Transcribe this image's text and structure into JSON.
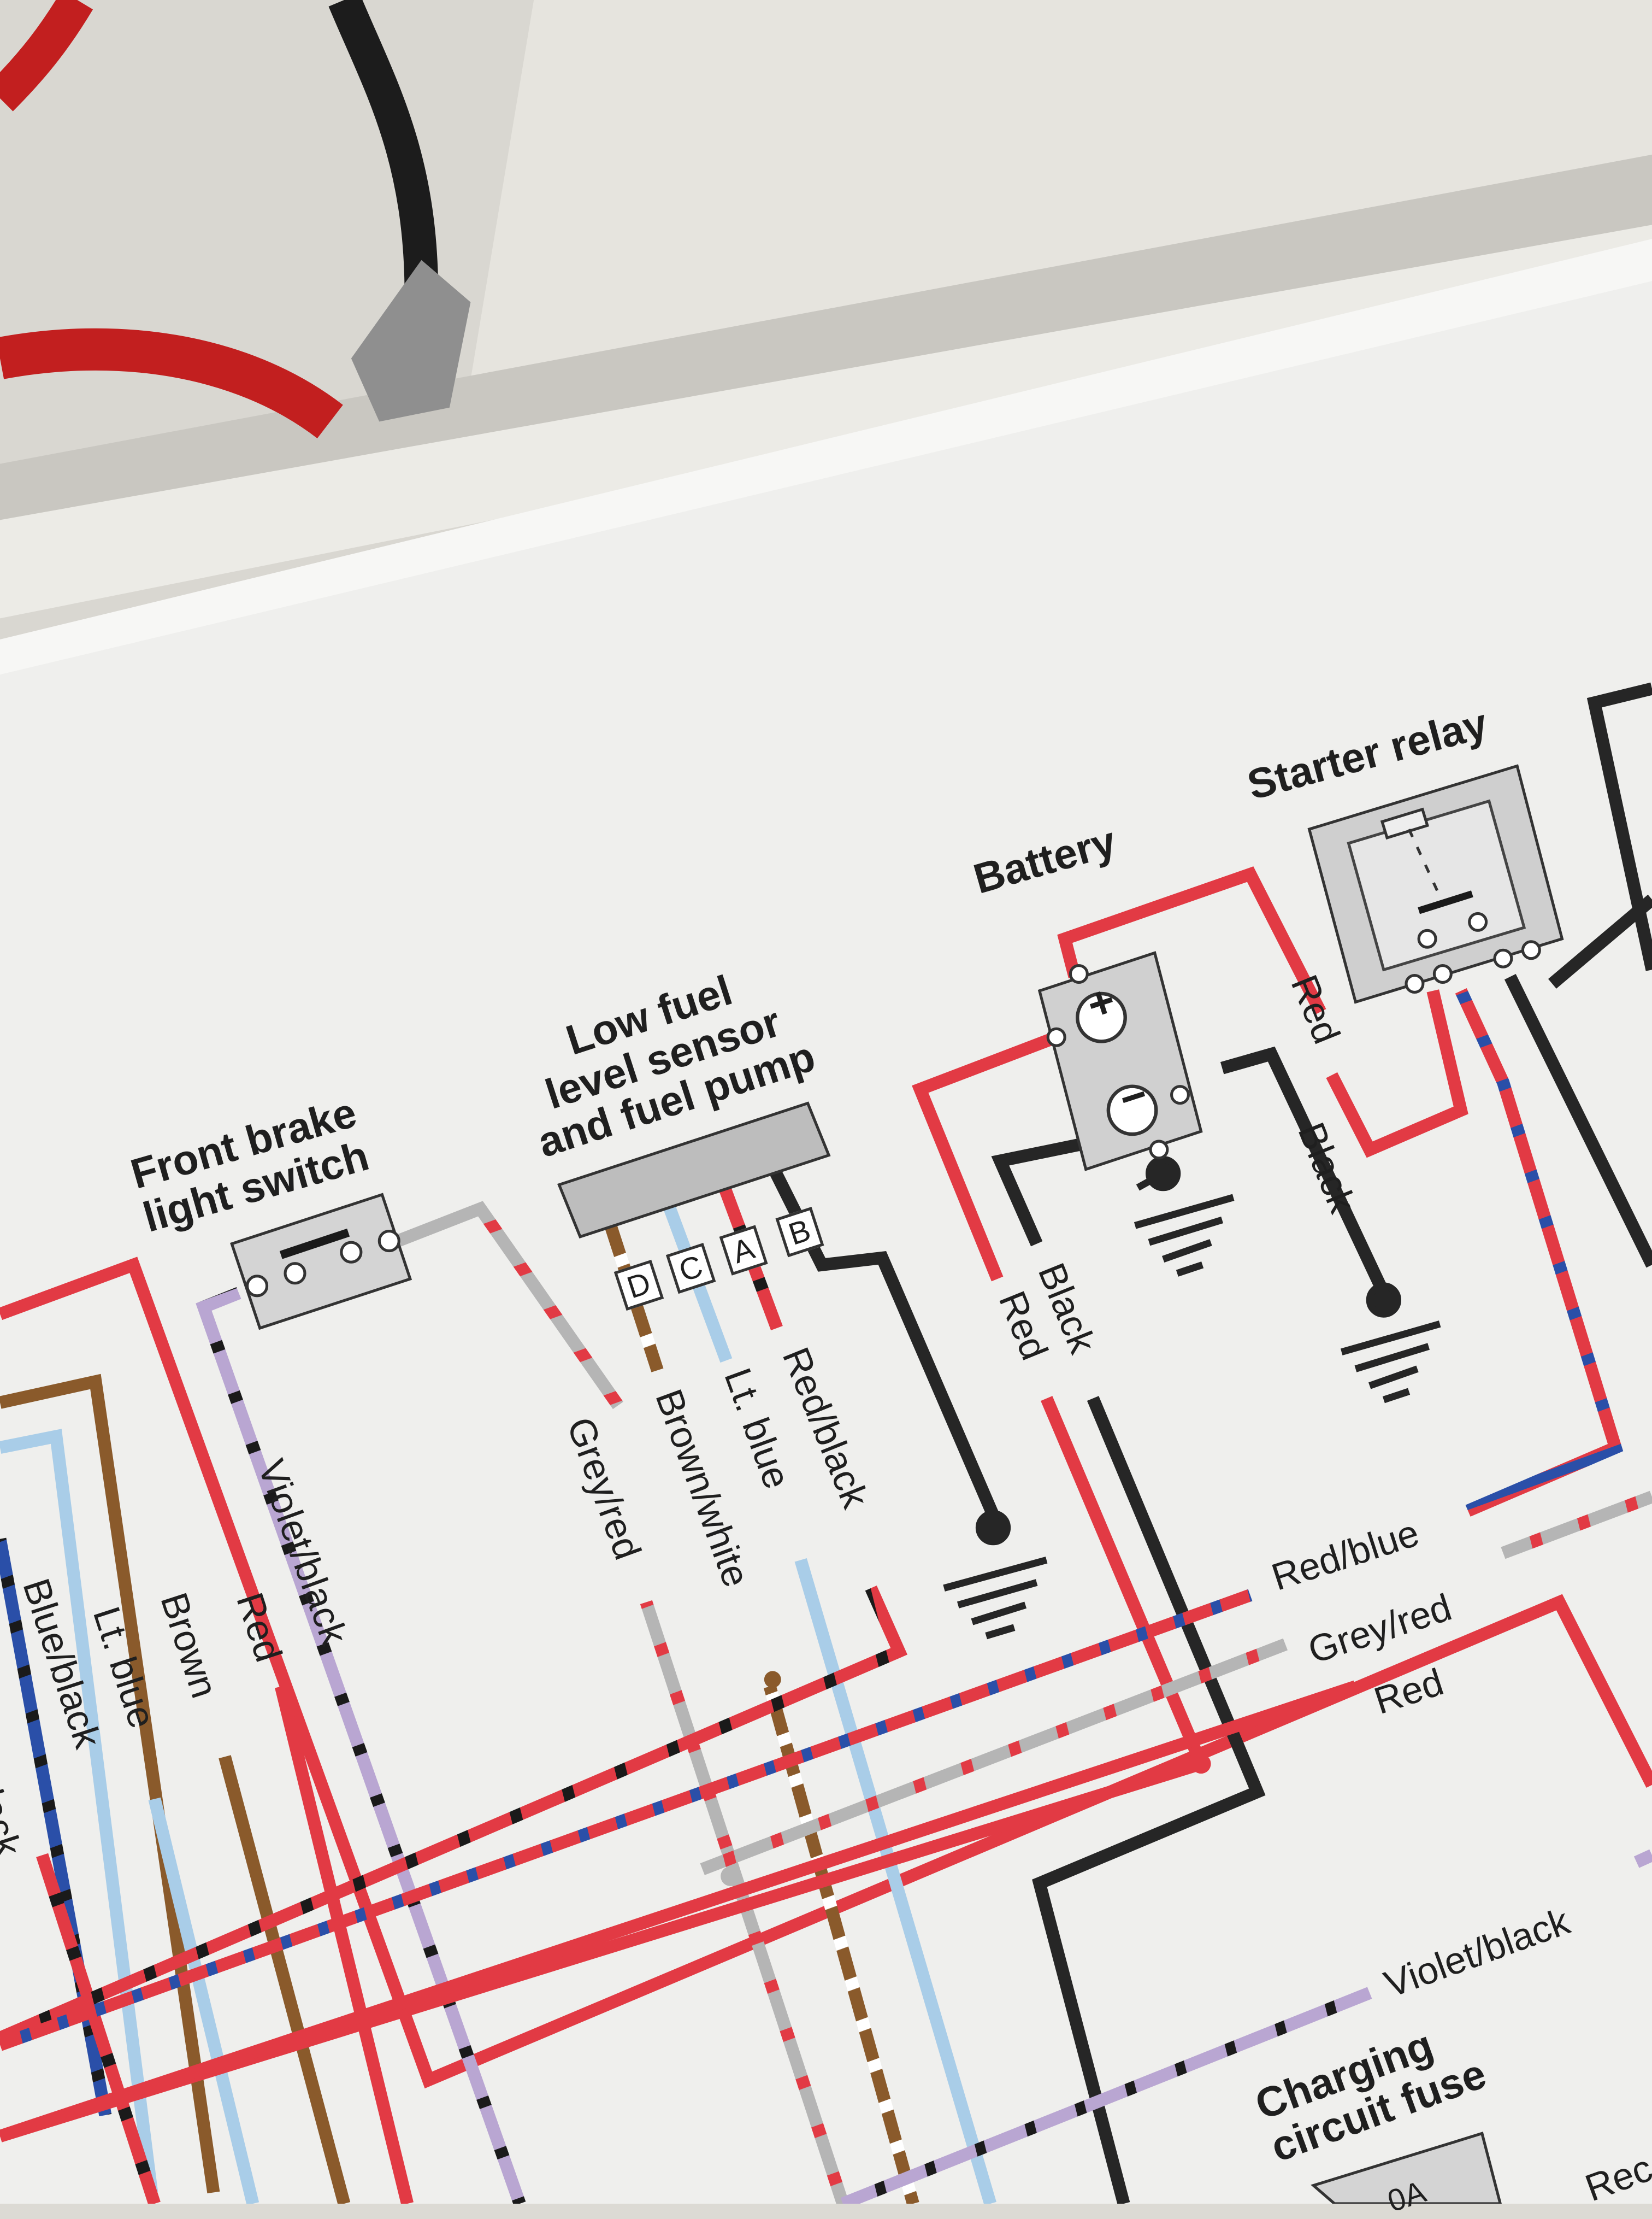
{
  "components": {
    "front_brake_switch": "Front brake\nlight switch",
    "fuel_sensor": "Low fuel\nlevel sensor\nand fuel pump",
    "battery": "Battery",
    "starter_relay": "Starter relay",
    "charging_fuse": "Charging\ncircuit fuse"
  },
  "connector_pins": [
    "D",
    "C",
    "A",
    "B"
  ],
  "battery_terminals": {
    "positive": "+",
    "negative": "−"
  },
  "wire_labels": {
    "blue_black": "Blue/black",
    "lt_blue_left": "Lt. blue",
    "brown": "Brown",
    "red_left": "Red",
    "violet_black_left": "Violet/black",
    "grey_red_vert": "Grey/red",
    "brown_white": "Brown/white",
    "lt_blue_fuel": "Lt. blue",
    "red_black": "Red/black",
    "black_vert": "Black",
    "red_vert": "Red",
    "red_batt": "Red",
    "black_batt": "Black",
    "red_blue_h": "Red/blue",
    "grey_red_h": "Grey/red",
    "red_h": "Red",
    "violet_black_h": "Violet/black",
    "partial_black": "lack",
    "partial_red": "Rec",
    "partial_fuse": "0A"
  },
  "wire_colors": {
    "red": "#e23a44",
    "black": "#262626",
    "brown": "#8a5a2b",
    "lt_blue": "#a9cde8",
    "blue": "#2a4fa8",
    "violet": "#b9a6d2",
    "grey": "#b5b5b5",
    "white": "#ffffff"
  }
}
